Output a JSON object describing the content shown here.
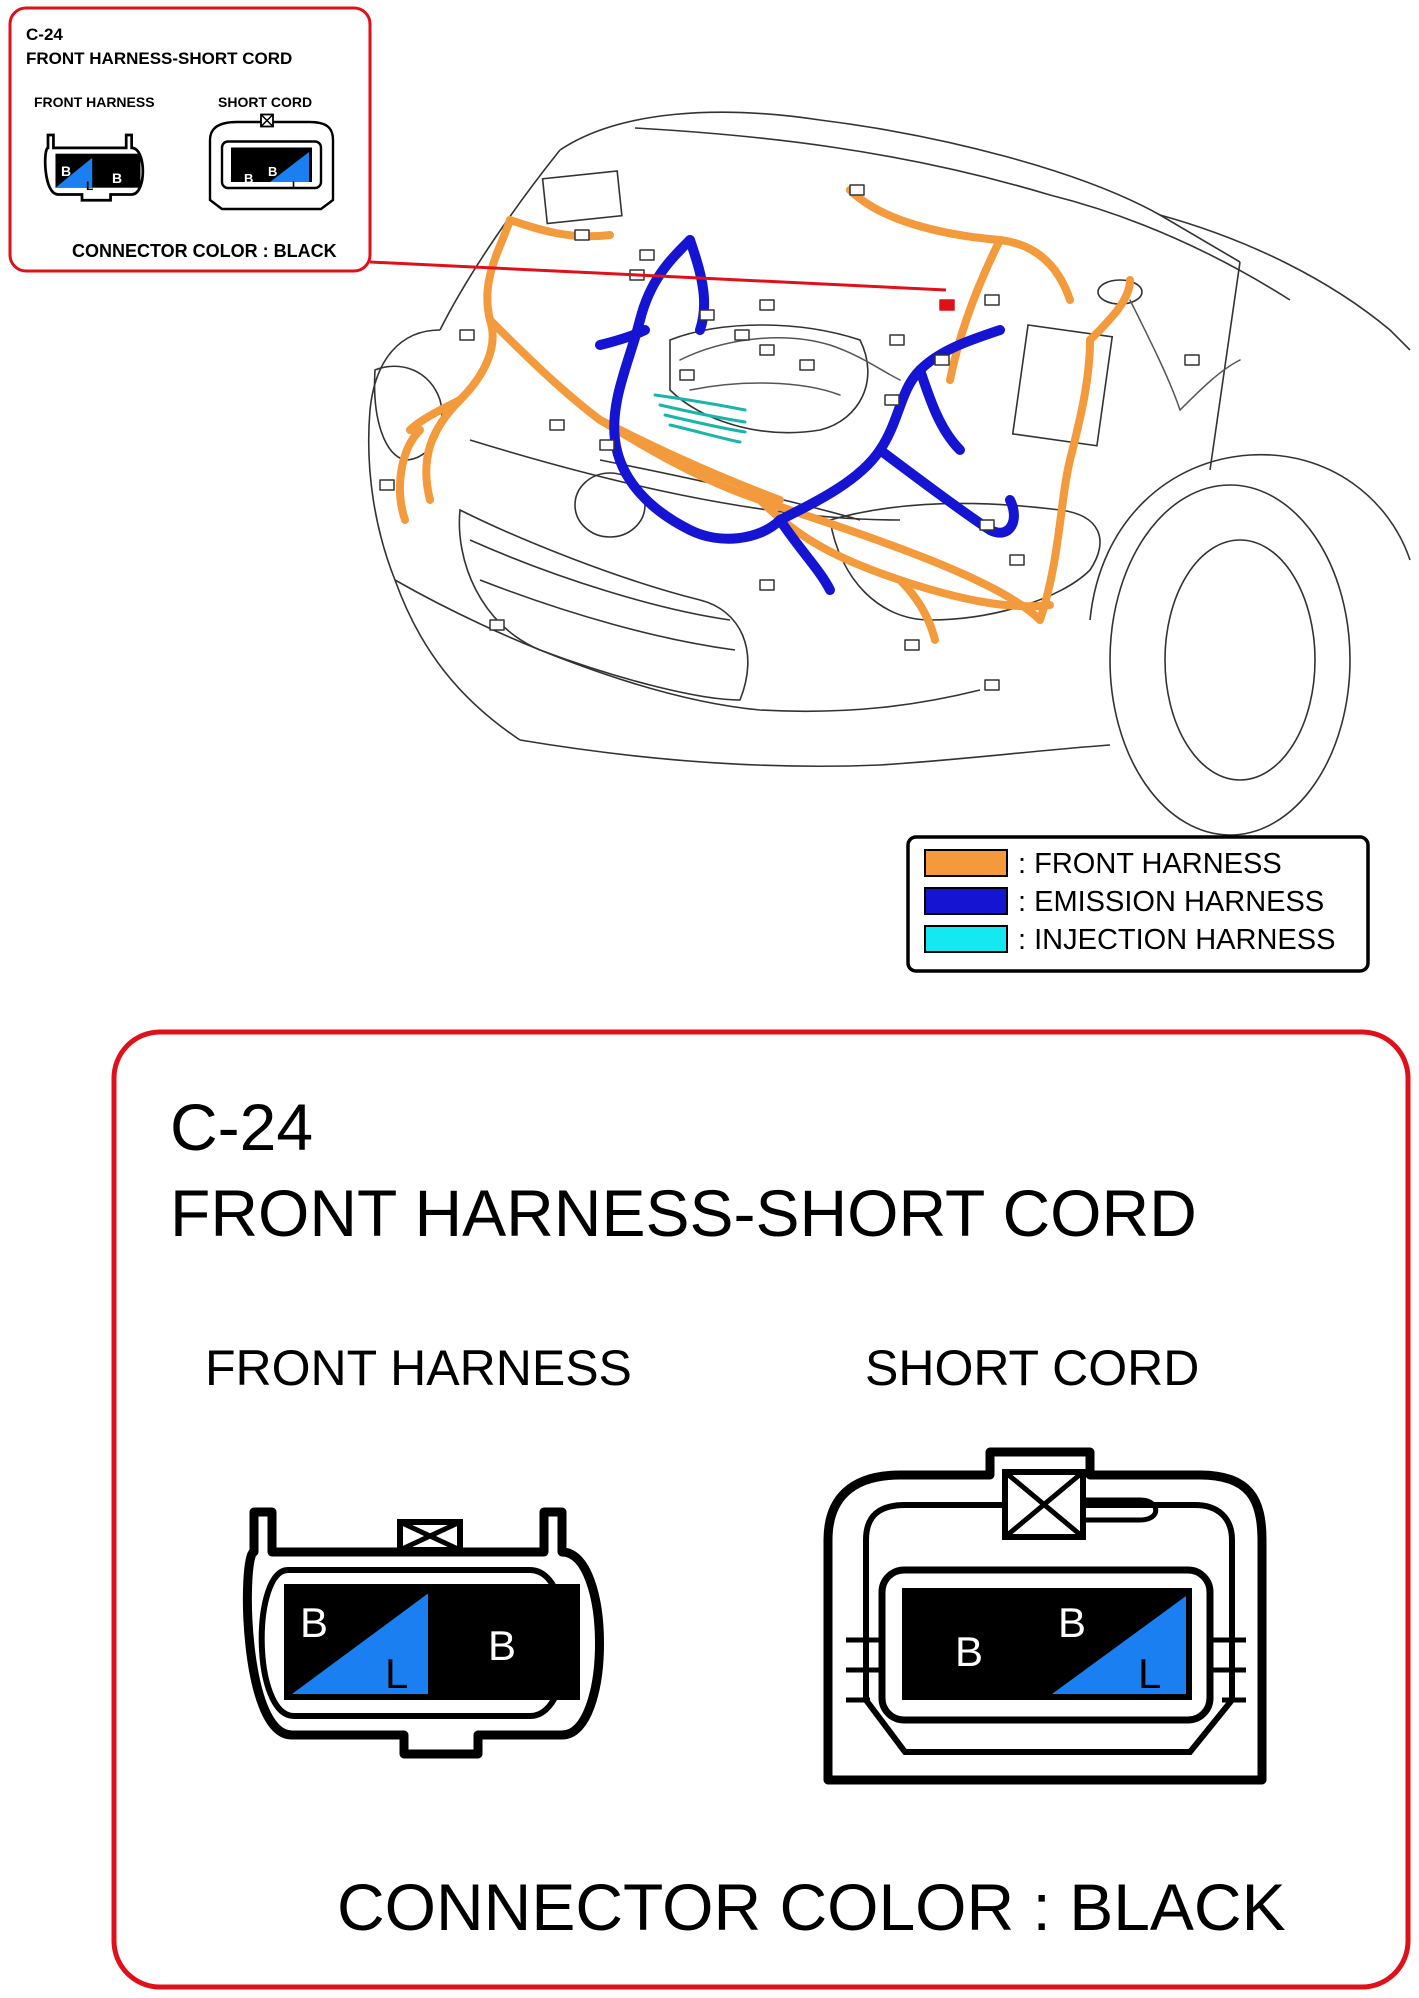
{
  "connector_id": "C-24",
  "connector_name": "FRONT HARNESS-SHORT CORD",
  "side_labels": {
    "front_harness": "FRONT HARNESS",
    "short_cord": "SHORT CORD"
  },
  "connector_color_text": "CONNECTOR COLOR : BLACK",
  "front_harness_pins": {
    "left_top": "B",
    "left_bottom": "L",
    "right": "B"
  },
  "short_cord_pins": {
    "left": "B",
    "right_top": "B",
    "right_bottom": "L"
  },
  "legend": [
    {
      "label": ": FRONT HARNESS",
      "color": "#f39a3c"
    },
    {
      "label": ": EMISSION HARNESS",
      "color": "#1414d2"
    },
    {
      "label": ": INJECTION HARNESS",
      "color": "#14e8f0"
    }
  ],
  "colors": {
    "callout_red": "#e0101a",
    "pin_blue": "#1a7ff0",
    "front_harness": "#f39a3c",
    "emission_harness": "#1414d2",
    "injection_harness": "#1ab4a8"
  }
}
